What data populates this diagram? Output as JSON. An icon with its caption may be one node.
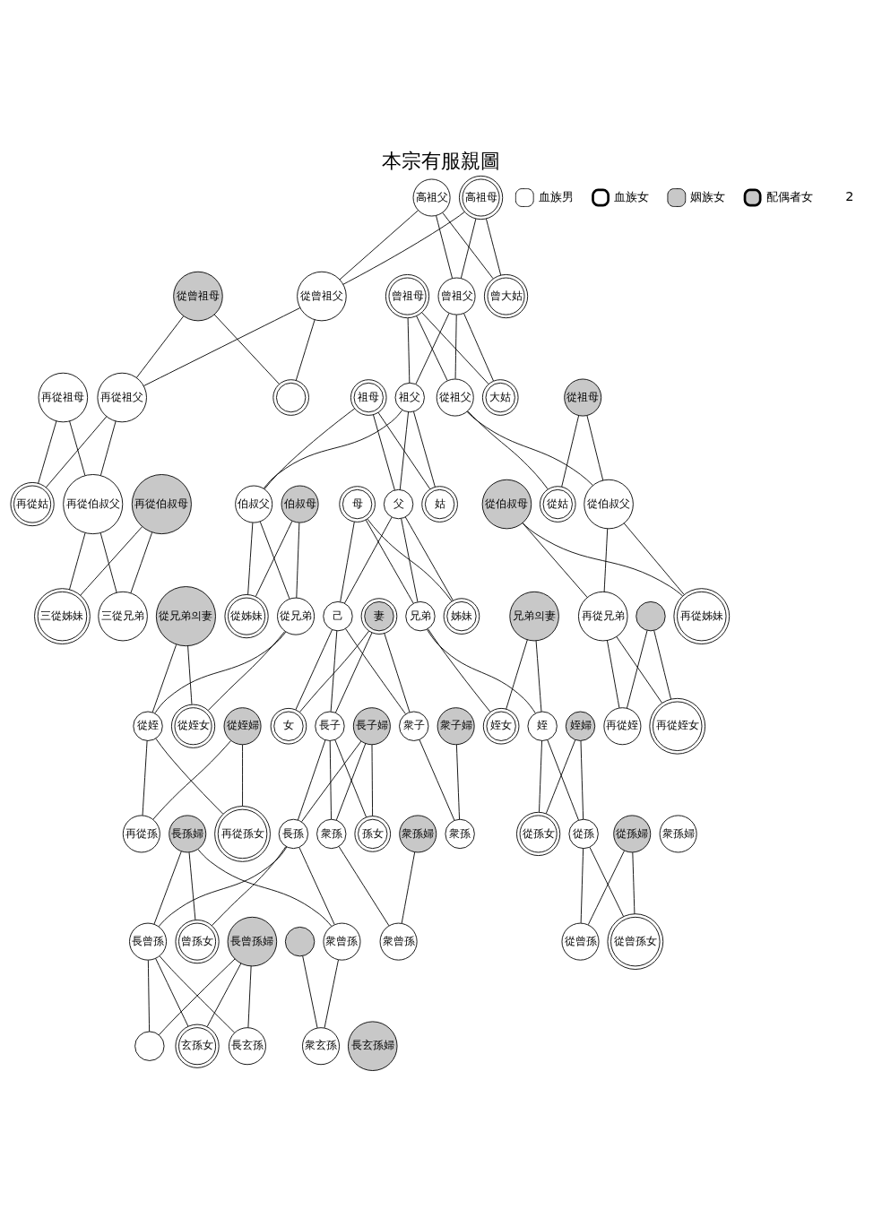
{
  "diagram": {
    "title": "本宗有服親圖",
    "nodes": [
      {
        "text": [
          "高祖母"
        ]
      },
      {
        "text": [
          "高祖父"
        ]
      },
      {
        "text": [
          "曾大姑"
        ]
      },
      {
        "text": [
          "曾祖母"
        ]
      },
      {
        "text": [
          "曾祖父"
        ]
      },
      {
        "text": [
          "從曾祖母"
        ]
      },
      {
        "text": [
          "從曾祖父"
        ]
      },
      {
        "text": [
          "大姑"
        ]
      },
      {
        "text": [
          "祖母"
        ]
      },
      {
        "text": [
          "祖父"
        ]
      },
      {
        "text": [
          "從祖母"
        ]
      },
      {
        "text": [
          "從祖父"
        ]
      },
      {
        "text": [],
        "shape": "circle"
      },
      {
        "text": [
          "再從祖母"
        ]
      },
      {
        "text": [
          "再從祖父"
        ]
      },
      {
        "text": [
          "姑"
        ]
      },
      {
        "text": [
          "母"
        ]
      },
      {
        "text": [
          "父"
        ]
      },
      {
        "text": [
          "伯叔母"
        ]
      },
      {
        "text": [
          "伯叔父"
        ]
      },
      {
        "text": [
          "從姑"
        ]
      },
      {
        "text": [
          "從伯叔母"
        ]
      },
      {
        "text": [
          "從伯叔父"
        ]
      },
      {
        "text": [
          "再從姑"
        ]
      },
      {
        "text": [
          "再從伯叔母"
        ]
      },
      {
        "text": [
          "再從伯叔父"
        ]
      },
      {
        "text": [
          "姊妹"
        ]
      },
      {
        "text": [
          "妻"
        ]
      },
      {
        "text": [
          "己"
        ]
      },
      {
        "text": [
          "兄弟의妻"
        ]
      },
      {
        "text": [
          "兄弟"
        ]
      },
      {
        "text": [
          "從姊妹"
        ]
      },
      {
        "text": [
          "從兄弟의妻"
        ]
      },
      {
        "text": [
          "從兄弟"
        ]
      },
      {
        "text": [
          "再從姊妹"
        ]
      },
      {
        "text": [],
        "shape": "circle"
      },
      {
        "text": [
          "再從兄弟"
        ]
      },
      {
        "text": [
          "三從姊妹"
        ]
      },
      {
        "text": [
          "三從兄弟"
        ]
      },
      {
        "text": [
          "女"
        ]
      },
      {
        "text": [
          "長子婦"
        ]
      },
      {
        "text": [
          "長子"
        ]
      },
      {
        "text": [
          "衆子婦"
        ]
      },
      {
        "text": [
          "衆子"
        ]
      },
      {
        "text": [
          "姪女"
        ]
      },
      {
        "text": [
          "姪婦"
        ]
      },
      {
        "text": [
          "姪"
        ]
      },
      {
        "text": [
          "從姪女"
        ]
      },
      {
        "text": [
          "從姪婦"
        ]
      },
      {
        "text": [
          "從姪"
        ]
      },
      {
        "text": [
          "再從姪女"
        ]
      },
      {
        "text": [
          "再從姪"
        ]
      },
      {
        "text": [
          "孫女"
        ]
      },
      {
        "text": [
          "長孫婦"
        ]
      },
      {
        "text": [
          "長孫"
        ]
      },
      {
        "text": [
          "衆孫婦"
        ]
      },
      {
        "text": [
          "衆孫"
        ]
      },
      {
        "text": [
          "衆孫婦"
        ]
      },
      {
        "text": [
          "衆孫"
        ]
      },
      {
        "text": [
          "從孫女"
        ]
      },
      {
        "text": [
          "從孫婦"
        ]
      },
      {
        "text": [
          "從孫"
        ]
      },
      {
        "text": [
          "再從孫女"
        ]
      },
      {
        "text": [
          "再從孫"
        ]
      },
      {
        "text": [
          "曾孫女"
        ]
      },
      {
        "text": [
          "長曾孫婦"
        ]
      },
      {
        "text": [
          "長曾孫"
        ]
      },
      {
        "text": [],
        "shape": "circle"
      },
      {
        "text": [
          "衆曾孫"
        ]
      },
      {
        "text": [
          "衆曾孫"
        ]
      },
      {
        "text": [
          "從曾孫女"
        ]
      },
      {
        "text": [
          "從曾孫"
        ]
      },
      {
        "text": [
          "玄孫女"
        ]
      },
      {
        "text": [
          "長玄孫婦"
        ]
      },
      {
        "text": [
          "長玄孫"
        ]
      },
      {
        "text": [],
        "shape": "circle"
      },
      {
        "text": [
          "衆玄孫"
        ]
      }
    ],
    "edges": [
      {
        "from": 0,
        "to": 2,
        "arrow": "none"
      },
      {
        "from": 1,
        "to": 2,
        "arrow": "none"
      },
      {
        "from": 0,
        "to": 4,
        "arrow": "none"
      },
      {
        "from": 1,
        "to": 4,
        "arrow": "none"
      },
      {
        "from": 0,
        "to": 6,
        "arrow": "none"
      },
      {
        "from": 1,
        "to": 6,
        "arrow": "none"
      },
      {
        "from": 3,
        "to": 7,
        "arrow": "none"
      },
      {
        "from": 4,
        "to": 7,
        "arrow": "none"
      },
      {
        "from": 3,
        "to": 9,
        "arrow": "none"
      },
      {
        "from": 4,
        "to": 9,
        "arrow": "none"
      },
      {
        "from": 3,
        "to": 11,
        "arrow": "none"
      },
      {
        "from": 4,
        "to": 11,
        "arrow": "none"
      },
      {
        "from": 5,
        "to": 12,
        "arrow": "none"
      },
      {
        "from": 6,
        "to": 12,
        "arrow": "none"
      },
      {
        "from": 5,
        "to": 14,
        "arrow": "none"
      },
      {
        "from": 6,
        "to": 14,
        "arrow": "none"
      },
      {
        "from": 8,
        "to": 15,
        "arrow": "none"
      },
      {
        "from": 9,
        "to": 15,
        "arrow": "none"
      },
      {
        "from": 8,
        "to": 17,
        "arrow": "none"
      },
      {
        "from": 9,
        "to": 17,
        "arrow": "none"
      },
      {
        "from": 8,
        "to": 19,
        "arrow": "none"
      },
      {
        "from": 9,
        "to": 19,
        "arrow": "none"
      },
      {
        "from": 10,
        "to": 20,
        "arrow": "none"
      },
      {
        "from": 11,
        "to": 20,
        "arrow": "none"
      },
      {
        "from": 10,
        "to": 22,
        "arrow": "none"
      },
      {
        "from": 11,
        "to": 22,
        "arrow": "none"
      },
      {
        "from": 13,
        "to": 23,
        "arrow": "none"
      },
      {
        "from": 14,
        "to": 23,
        "arrow": "none"
      },
      {
        "from": 13,
        "to": 25,
        "arrow": "none"
      },
      {
        "from": 14,
        "to": 25,
        "arrow": "none"
      },
      {
        "from": 16,
        "to": 26,
        "arrow": "none"
      },
      {
        "from": 17,
        "to": 26,
        "arrow": "none"
      },
      {
        "from": 16,
        "to": 28,
        "arrow": "none"
      },
      {
        "from": 17,
        "to": 28,
        "arrow": "none"
      },
      {
        "from": 16,
        "to": 30,
        "arrow": "none"
      },
      {
        "from": 17,
        "to": 30,
        "arrow": "none"
      },
      {
        "from": 18,
        "to": 31,
        "arrow": "none"
      },
      {
        "from": 19,
        "to": 31,
        "arrow": "none"
      },
      {
        "from": 18,
        "to": 33,
        "arrow": "none"
      },
      {
        "from": 19,
        "to": 33,
        "arrow": "none"
      },
      {
        "from": 21,
        "to": 34,
        "arrow": "none"
      },
      {
        "from": 22,
        "to": 34,
        "arrow": "none"
      },
      {
        "from": 21,
        "to": 36,
        "arrow": "none"
      },
      {
        "from": 22,
        "to": 36,
        "arrow": "none"
      },
      {
        "from": 24,
        "to": 37,
        "arrow": "none"
      },
      {
        "from": 25,
        "to": 37,
        "arrow": "none"
      },
      {
        "from": 24,
        "to": 38,
        "arrow": "none"
      },
      {
        "from": 25,
        "to": 38,
        "arrow": "none"
      },
      {
        "from": 27,
        "to": 39,
        "arrow": "none"
      },
      {
        "from": 28,
        "to": 39,
        "arrow": "none"
      },
      {
        "from": 27,
        "to": 41,
        "arrow": "none"
      },
      {
        "from": 28,
        "to": 41,
        "arrow": "none"
      },
      {
        "from": 27,
        "to": 43,
        "arrow": "none"
      },
      {
        "from": 28,
        "to": 43,
        "arrow": "none"
      },
      {
        "from": 29,
        "to": 44,
        "arrow": "none"
      },
      {
        "from": 30,
        "to": 44,
        "arrow": "none"
      },
      {
        "from": 29,
        "to": 46,
        "arrow": "none"
      },
      {
        "from": 30,
        "to": 46,
        "arrow": "none"
      },
      {
        "from": 32,
        "to": 47,
        "arrow": "none"
      },
      {
        "from": 33,
        "to": 47,
        "arrow": "none"
      },
      {
        "from": 32,
        "to": 49,
        "arrow": "none"
      },
      {
        "from": 33,
        "to": 49,
        "arrow": "none"
      },
      {
        "from": 35,
        "to": 50,
        "arrow": "none"
      },
      {
        "from": 36,
        "to": 50,
        "arrow": "none"
      },
      {
        "from": 35,
        "to": 51,
        "arrow": "none"
      },
      {
        "from": 36,
        "to": 51,
        "arrow": "none"
      },
      {
        "from": 40,
        "to": 52,
        "arrow": "none"
      },
      {
        "from": 41,
        "to": 52,
        "arrow": "none"
      },
      {
        "from": 40,
        "to": 54,
        "arrow": "none"
      },
      {
        "from": 41,
        "to": 54,
        "arrow": "none"
      },
      {
        "from": 40,
        "to": 56,
        "arrow": "none"
      },
      {
        "from": 41,
        "to": 56,
        "arrow": "none"
      },
      {
        "from": 42,
        "to": 58,
        "arrow": "none"
      },
      {
        "from": 43,
        "to": 58,
        "arrow": "none"
      },
      {
        "from": 45,
        "to": 59,
        "arrow": "none"
      },
      {
        "from": 46,
        "to": 59,
        "arrow": "none"
      },
      {
        "from": 45,
        "to": 61,
        "arrow": "none"
      },
      {
        "from": 46,
        "to": 61,
        "arrow": "none"
      },
      {
        "from": 48,
        "to": 62,
        "arrow": "none"
      },
      {
        "from": 49,
        "to": 62,
        "arrow": "none"
      },
      {
        "from": 48,
        "to": 63,
        "arrow": "none"
      },
      {
        "from": 49,
        "to": 63,
        "arrow": "none"
      },
      {
        "from": 53,
        "to": 64,
        "arrow": "none"
      },
      {
        "from": 54,
        "to": 64,
        "arrow": "none"
      },
      {
        "from": 53,
        "to": 66,
        "arrow": "none"
      },
      {
        "from": 54,
        "to": 66,
        "arrow": "none"
      },
      {
        "from": 53,
        "to": 68,
        "arrow": "none"
      },
      {
        "from": 54,
        "to": 68,
        "arrow": "none"
      },
      {
        "from": 55,
        "to": 69,
        "arrow": "none"
      },
      {
        "from": 56,
        "to": 69,
        "arrow": "none"
      },
      {
        "from": 60,
        "to": 70,
        "arrow": "none"
      },
      {
        "from": 61,
        "to": 70,
        "arrow": "none"
      },
      {
        "from": 60,
        "to": 71,
        "arrow": "none"
      },
      {
        "from": 61,
        "to": 71,
        "arrow": "none"
      },
      {
        "from": 65,
        "to": 72,
        "arrow": "none"
      },
      {
        "from": 66,
        "to": 72,
        "arrow": "none"
      },
      {
        "from": 65,
        "to": 74,
        "arrow": "none"
      },
      {
        "from": 66,
        "to": 74,
        "arrow": "none"
      },
      {
        "from": 65,
        "to": 75,
        "arrow": "none"
      },
      {
        "from": 66,
        "to": 75,
        "arrow": "none"
      },
      {
        "from": 67,
        "to": 76,
        "arrow": "none"
      },
      {
        "from": 68,
        "to": 76,
        "arrow": "none"
      }
    ],
    "labels": [
      "2"
    ],
    "legend": [
      {
        "text": "血族男"
      },
      {
        "text": "血族女"
      },
      {
        "text": "姻族女"
      },
      {
        "text": "配偶者女"
      }
    ]
  }
}
